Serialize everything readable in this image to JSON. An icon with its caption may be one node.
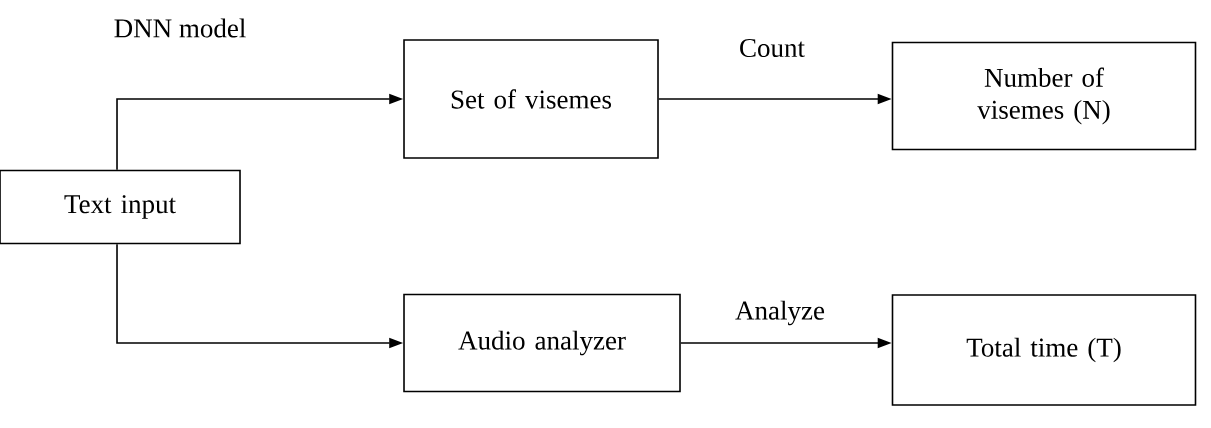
{
  "diagram": {
    "nodes": [
      {
        "text": [
          "Text input"
        ]
      },
      {
        "text": [
          "Set of visemes"
        ]
      },
      {
        "text": [
          "Number of visemes (N)"
        ]
      },
      {
        "text": [
          "Audio analyzer"
        ]
      },
      {
        "text": [
          "Total time (T)"
        ]
      }
    ],
    "edges": [
      {
        "from": 0,
        "to": 1,
        "arrow": "to",
        "label": "DNN model"
      },
      {
        "from": 1,
        "to": 2,
        "arrow": "to",
        "label": "Count"
      },
      {
        "from": 0,
        "to": 3,
        "arrow": "to"
      },
      {
        "from": 3,
        "to": 4,
        "arrow": "to",
        "label": "Analyze"
      }
    ]
  }
}
